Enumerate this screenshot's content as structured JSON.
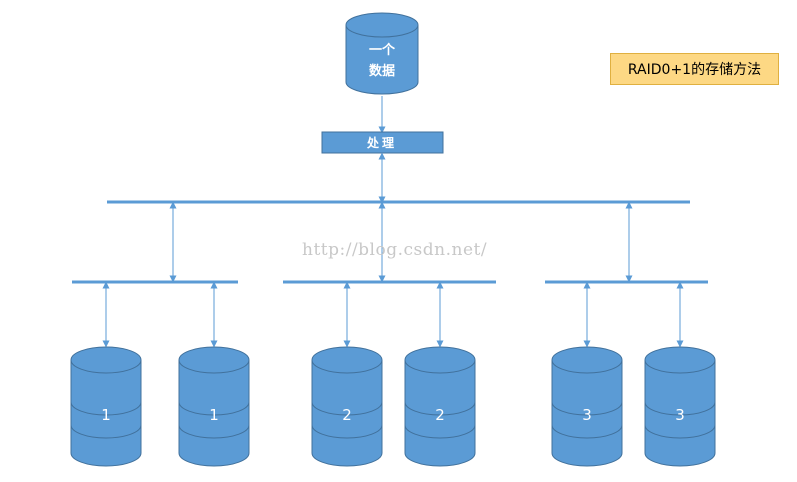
{
  "title_box": {
    "text": "RAID0+1的存储方法"
  },
  "source": {
    "label_line1": "一个",
    "label_line2": "数据"
  },
  "processor": {
    "label": "处理"
  },
  "watermark": {
    "text": "http://blog.csdn.net/"
  },
  "disks": [
    {
      "label": "1"
    },
    {
      "label": "1"
    },
    {
      "label": "2"
    },
    {
      "label": "2"
    },
    {
      "label": "3"
    },
    {
      "label": "3"
    }
  ],
  "colors": {
    "fill": "#5b9bd5",
    "stroke": "#41719c",
    "line": "#5b9bd5",
    "title_bg": "#fdd884"
  }
}
